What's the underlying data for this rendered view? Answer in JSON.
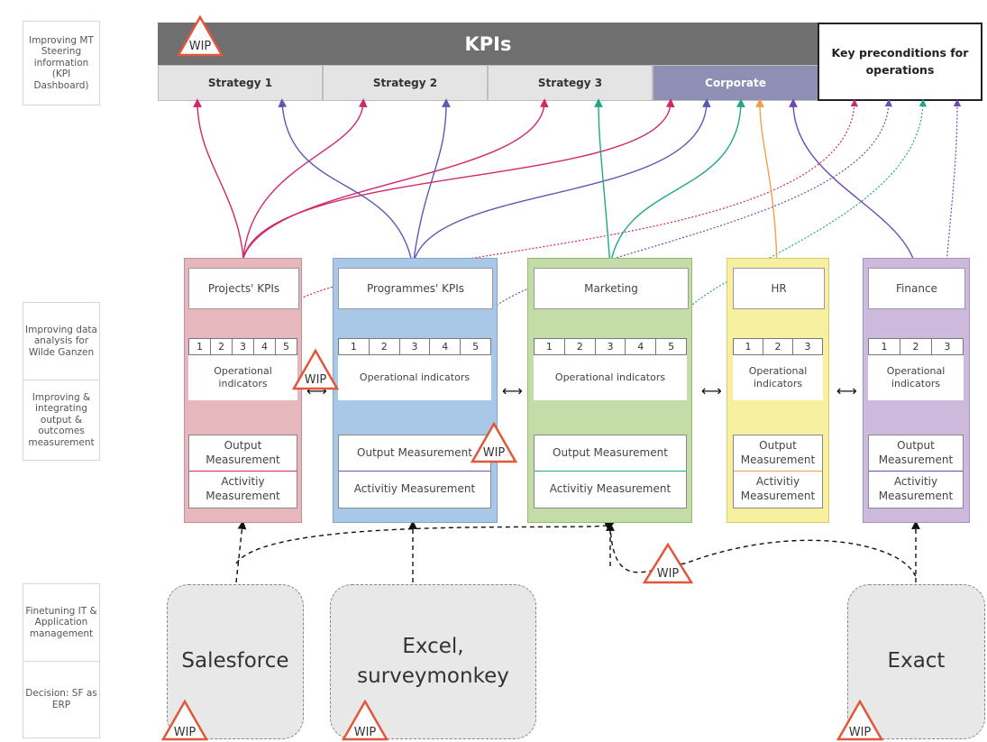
{
  "side_labels": [
    "Improving MT Steering information (KPI Dashboard)",
    "Improving data analysis for Wilde Ganzen",
    "Improving & integrating output & outcomes measurement",
    "Finetuning IT & Application management",
    "Decision: SF as ERP"
  ],
  "header": {
    "title": "KPIs",
    "strategies": [
      "Strategy 1",
      "Strategy 2",
      "Strategy 3",
      "Corporate"
    ],
    "key_preconditions": "Key preconditions for operations"
  },
  "columns": [
    {
      "title": "Projects' KPIs",
      "numbers": [
        "1",
        "2",
        "3",
        "4",
        "5"
      ],
      "operational": "Operational indicators",
      "output": "Output Measurement",
      "activity": "Activitiy Measurement"
    },
    {
      "title": "Programmes' KPIs",
      "numbers": [
        "1",
        "2",
        "3",
        "4",
        "5"
      ],
      "operational": "Operational indicators",
      "output": "Output Measurement",
      "activity": "Activitiy Measurement"
    },
    {
      "title": "Marketing",
      "numbers": [
        "1",
        "2",
        "3",
        "4",
        "5"
      ],
      "operational": "Operational indicators",
      "output": "Output Measurement",
      "activity": "Activitiy Measurement"
    },
    {
      "title": "HR",
      "numbers": [
        "1",
        "2",
        "3"
      ],
      "operational": "Operational indicators",
      "output": "Output Measurement",
      "activity": "Activitiy Measurement"
    },
    {
      "title": "Finance",
      "numbers": [
        "1",
        "2",
        "3"
      ],
      "operational": "Operational indicators",
      "output": "Output Measurement",
      "activity": "Activitiy Measurement"
    }
  ],
  "systems": [
    "Salesforce",
    "Excel, surveymonkey",
    "Exact"
  ],
  "wip_label": "WIP",
  "colors": {
    "projects": "#d0286a",
    "programmes": "#5a5ab4",
    "marketing": "#20a884",
    "hr": "#f0a04a",
    "finance": "#6a4ab0",
    "wip": "#e0573a",
    "header": "#6f6f6f",
    "corporate": "#8f8fb5"
  }
}
